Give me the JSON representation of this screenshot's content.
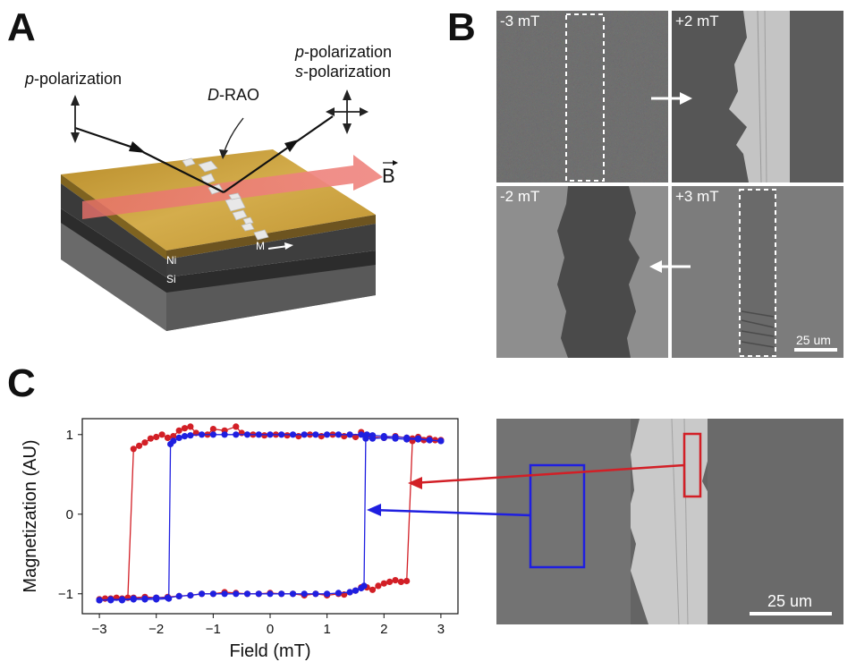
{
  "panel_letters": {
    "a": "A",
    "b": "B",
    "c": "C"
  },
  "panel_a": {
    "p_pol_left_italic": "p",
    "p_pol_left_rest": "-polarization",
    "p_pol_right_italic": "p",
    "p_pol_right_rest": "-polarization",
    "s_pol_right_italic": "s",
    "s_pol_right_rest": "-polarization",
    "drao_italic": "D",
    "drao_rest": "-RAO",
    "b_field": "B",
    "m_label": "M",
    "ni_label": "Ni",
    "si_label": "Si"
  },
  "panel_b": {
    "tiles": [
      {
        "field": "-3 mT"
      },
      {
        "field": "+2 mT"
      },
      {
        "field": "-2 mT"
      },
      {
        "field": "+3 mT"
      }
    ],
    "scale": "25 um"
  },
  "panel_c": {
    "scale": "25 um"
  },
  "colors": {
    "red": "#d21f26",
    "blue": "#1f1fe0",
    "gold": "#c9a23a",
    "nickel": "#333333",
    "silicon": "#6c6c6c"
  },
  "chart_data": {
    "type": "line",
    "xlabel": "Field (mT)",
    "ylabel": "Magnetization (AU)",
    "xlim": [
      -3.3,
      3.3
    ],
    "ylim": [
      -1.25,
      1.2
    ],
    "xticks": [
      -3,
      -2,
      -1,
      0,
      1,
      2,
      3
    ],
    "yticks": [
      -1,
      0,
      1
    ],
    "grid": false,
    "series": [
      {
        "color": "#d21f26",
        "upper": [
          [
            3.0,
            0.93
          ],
          [
            2.8,
            0.95
          ],
          [
            2.6,
            0.97
          ],
          [
            2.5,
            0.95
          ],
          [
            2.4,
            0.96
          ],
          [
            2.2,
            0.98
          ],
          [
            2.0,
            0.96
          ],
          [
            1.8,
            0.97
          ],
          [
            1.7,
            0.99
          ],
          [
            1.6,
            1.03
          ],
          [
            1.5,
            0.97
          ],
          [
            1.3,
            0.98
          ],
          [
            1.1,
            1.0
          ],
          [
            0.9,
            0.98
          ],
          [
            0.7,
            1.0
          ],
          [
            0.5,
            0.98
          ],
          [
            0.3,
            0.99
          ],
          [
            0.1,
            1.0
          ],
          [
            -0.1,
            0.99
          ],
          [
            -0.3,
            1.0
          ],
          [
            -0.5,
            1.02
          ],
          [
            -0.6,
            1.1
          ],
          [
            -0.8,
            1.05
          ],
          [
            -1.0,
            1.07
          ],
          [
            -1.1,
            1.0
          ],
          [
            -1.3,
            1.02
          ],
          [
            -1.4,
            1.1
          ],
          [
            -1.5,
            1.08
          ],
          [
            -1.6,
            1.05
          ],
          [
            -1.7,
            0.98
          ],
          [
            -1.8,
            0.96
          ],
          [
            -1.9,
            1.0
          ],
          [
            -2.0,
            0.97
          ],
          [
            -2.1,
            0.95
          ],
          [
            -2.2,
            0.9
          ],
          [
            -2.3,
            0.86
          ],
          [
            -2.4,
            0.82
          ],
          [
            -2.5,
            -1.05
          ],
          [
            -2.7,
            -1.05
          ],
          [
            -2.9,
            -1.06
          ],
          [
            -3.0,
            -1.07
          ]
        ],
        "lower": [
          [
            -3.0,
            -1.07
          ],
          [
            -2.8,
            -1.06
          ],
          [
            -2.6,
            -1.06
          ],
          [
            -2.4,
            -1.05
          ],
          [
            -2.2,
            -1.04
          ],
          [
            -2.0,
            -1.05
          ],
          [
            -1.8,
            -1.04
          ],
          [
            -1.6,
            -1.03
          ],
          [
            -1.4,
            -1.02
          ],
          [
            -1.2,
            -1.0
          ],
          [
            -1.0,
            -1.0
          ],
          [
            -0.8,
            -0.98
          ],
          [
            -0.6,
            -0.99
          ],
          [
            -0.4,
            -1.0
          ],
          [
            -0.2,
            -1.0
          ],
          [
            0.0,
            -0.99
          ],
          [
            0.2,
            -1.0
          ],
          [
            0.4,
            -1.0
          ],
          [
            0.6,
            -1.02
          ],
          [
            0.8,
            -1.0
          ],
          [
            1.0,
            -1.02
          ],
          [
            1.2,
            -1.0
          ],
          [
            1.3,
            -1.01
          ],
          [
            1.4,
            -0.98
          ],
          [
            1.5,
            -0.96
          ],
          [
            1.6,
            -0.92
          ],
          [
            1.7,
            -0.92
          ],
          [
            1.8,
            -0.95
          ],
          [
            1.9,
            -0.9
          ],
          [
            2.0,
            -0.87
          ],
          [
            2.1,
            -0.85
          ],
          [
            2.2,
            -0.83
          ],
          [
            2.3,
            -0.85
          ],
          [
            2.4,
            -0.84
          ],
          [
            2.5,
            0.92
          ],
          [
            2.7,
            0.93
          ],
          [
            2.9,
            0.93
          ],
          [
            3.0,
            0.93
          ]
        ]
      },
      {
        "color": "#1f1fe0",
        "upper": [
          [
            3.0,
            0.92
          ],
          [
            2.8,
            0.93
          ],
          [
            2.6,
            0.95
          ],
          [
            2.4,
            0.96
          ],
          [
            2.2,
            0.97
          ],
          [
            2.0,
            0.98
          ],
          [
            1.8,
            0.99
          ],
          [
            1.7,
            1.0
          ],
          [
            1.6,
            1.0
          ],
          [
            1.4,
            1.0
          ],
          [
            1.2,
            1.0
          ],
          [
            1.0,
            1.0
          ],
          [
            0.8,
            1.0
          ],
          [
            0.6,
            1.0
          ],
          [
            0.4,
            1.0
          ],
          [
            0.2,
            1.0
          ],
          [
            0.0,
            1.0
          ],
          [
            -0.2,
            1.0
          ],
          [
            -0.4,
            1.0
          ],
          [
            -0.6,
            1.0
          ],
          [
            -0.8,
            1.0
          ],
          [
            -1.0,
            1.0
          ],
          [
            -1.2,
            1.0
          ],
          [
            -1.4,
            0.99
          ],
          [
            -1.5,
            0.98
          ],
          [
            -1.6,
            0.96
          ],
          [
            -1.7,
            0.92
          ],
          [
            -1.75,
            0.88
          ],
          [
            -1.78,
            -1.06
          ],
          [
            -2.0,
            -1.07
          ],
          [
            -2.2,
            -1.07
          ],
          [
            -2.4,
            -1.07
          ],
          [
            -2.6,
            -1.08
          ],
          [
            -2.8,
            -1.08
          ],
          [
            -3.0,
            -1.08
          ]
        ],
        "lower": [
          [
            -3.0,
            -1.08
          ],
          [
            -2.8,
            -1.07
          ],
          [
            -2.6,
            -1.07
          ],
          [
            -2.4,
            -1.06
          ],
          [
            -2.2,
            -1.06
          ],
          [
            -2.0,
            -1.05
          ],
          [
            -1.8,
            -1.05
          ],
          [
            -1.6,
            -1.03
          ],
          [
            -1.4,
            -1.02
          ],
          [
            -1.2,
            -1.0
          ],
          [
            -1.0,
            -1.0
          ],
          [
            -0.8,
            -1.0
          ],
          [
            -0.6,
            -1.0
          ],
          [
            -0.4,
            -1.0
          ],
          [
            -0.2,
            -1.0
          ],
          [
            0.0,
            -1.0
          ],
          [
            0.2,
            -1.0
          ],
          [
            0.4,
            -1.0
          ],
          [
            0.6,
            -1.0
          ],
          [
            0.8,
            -1.0
          ],
          [
            1.0,
            -1.0
          ],
          [
            1.2,
            -0.99
          ],
          [
            1.4,
            -0.98
          ],
          [
            1.5,
            -0.96
          ],
          [
            1.6,
            -0.93
          ],
          [
            1.65,
            -0.9
          ],
          [
            1.68,
            0.95
          ],
          [
            1.8,
            0.95
          ],
          [
            2.0,
            0.96
          ],
          [
            2.2,
            0.95
          ],
          [
            2.4,
            0.94
          ],
          [
            2.6,
            0.94
          ],
          [
            2.8,
            0.93
          ],
          [
            3.0,
            0.92
          ]
        ]
      }
    ]
  }
}
